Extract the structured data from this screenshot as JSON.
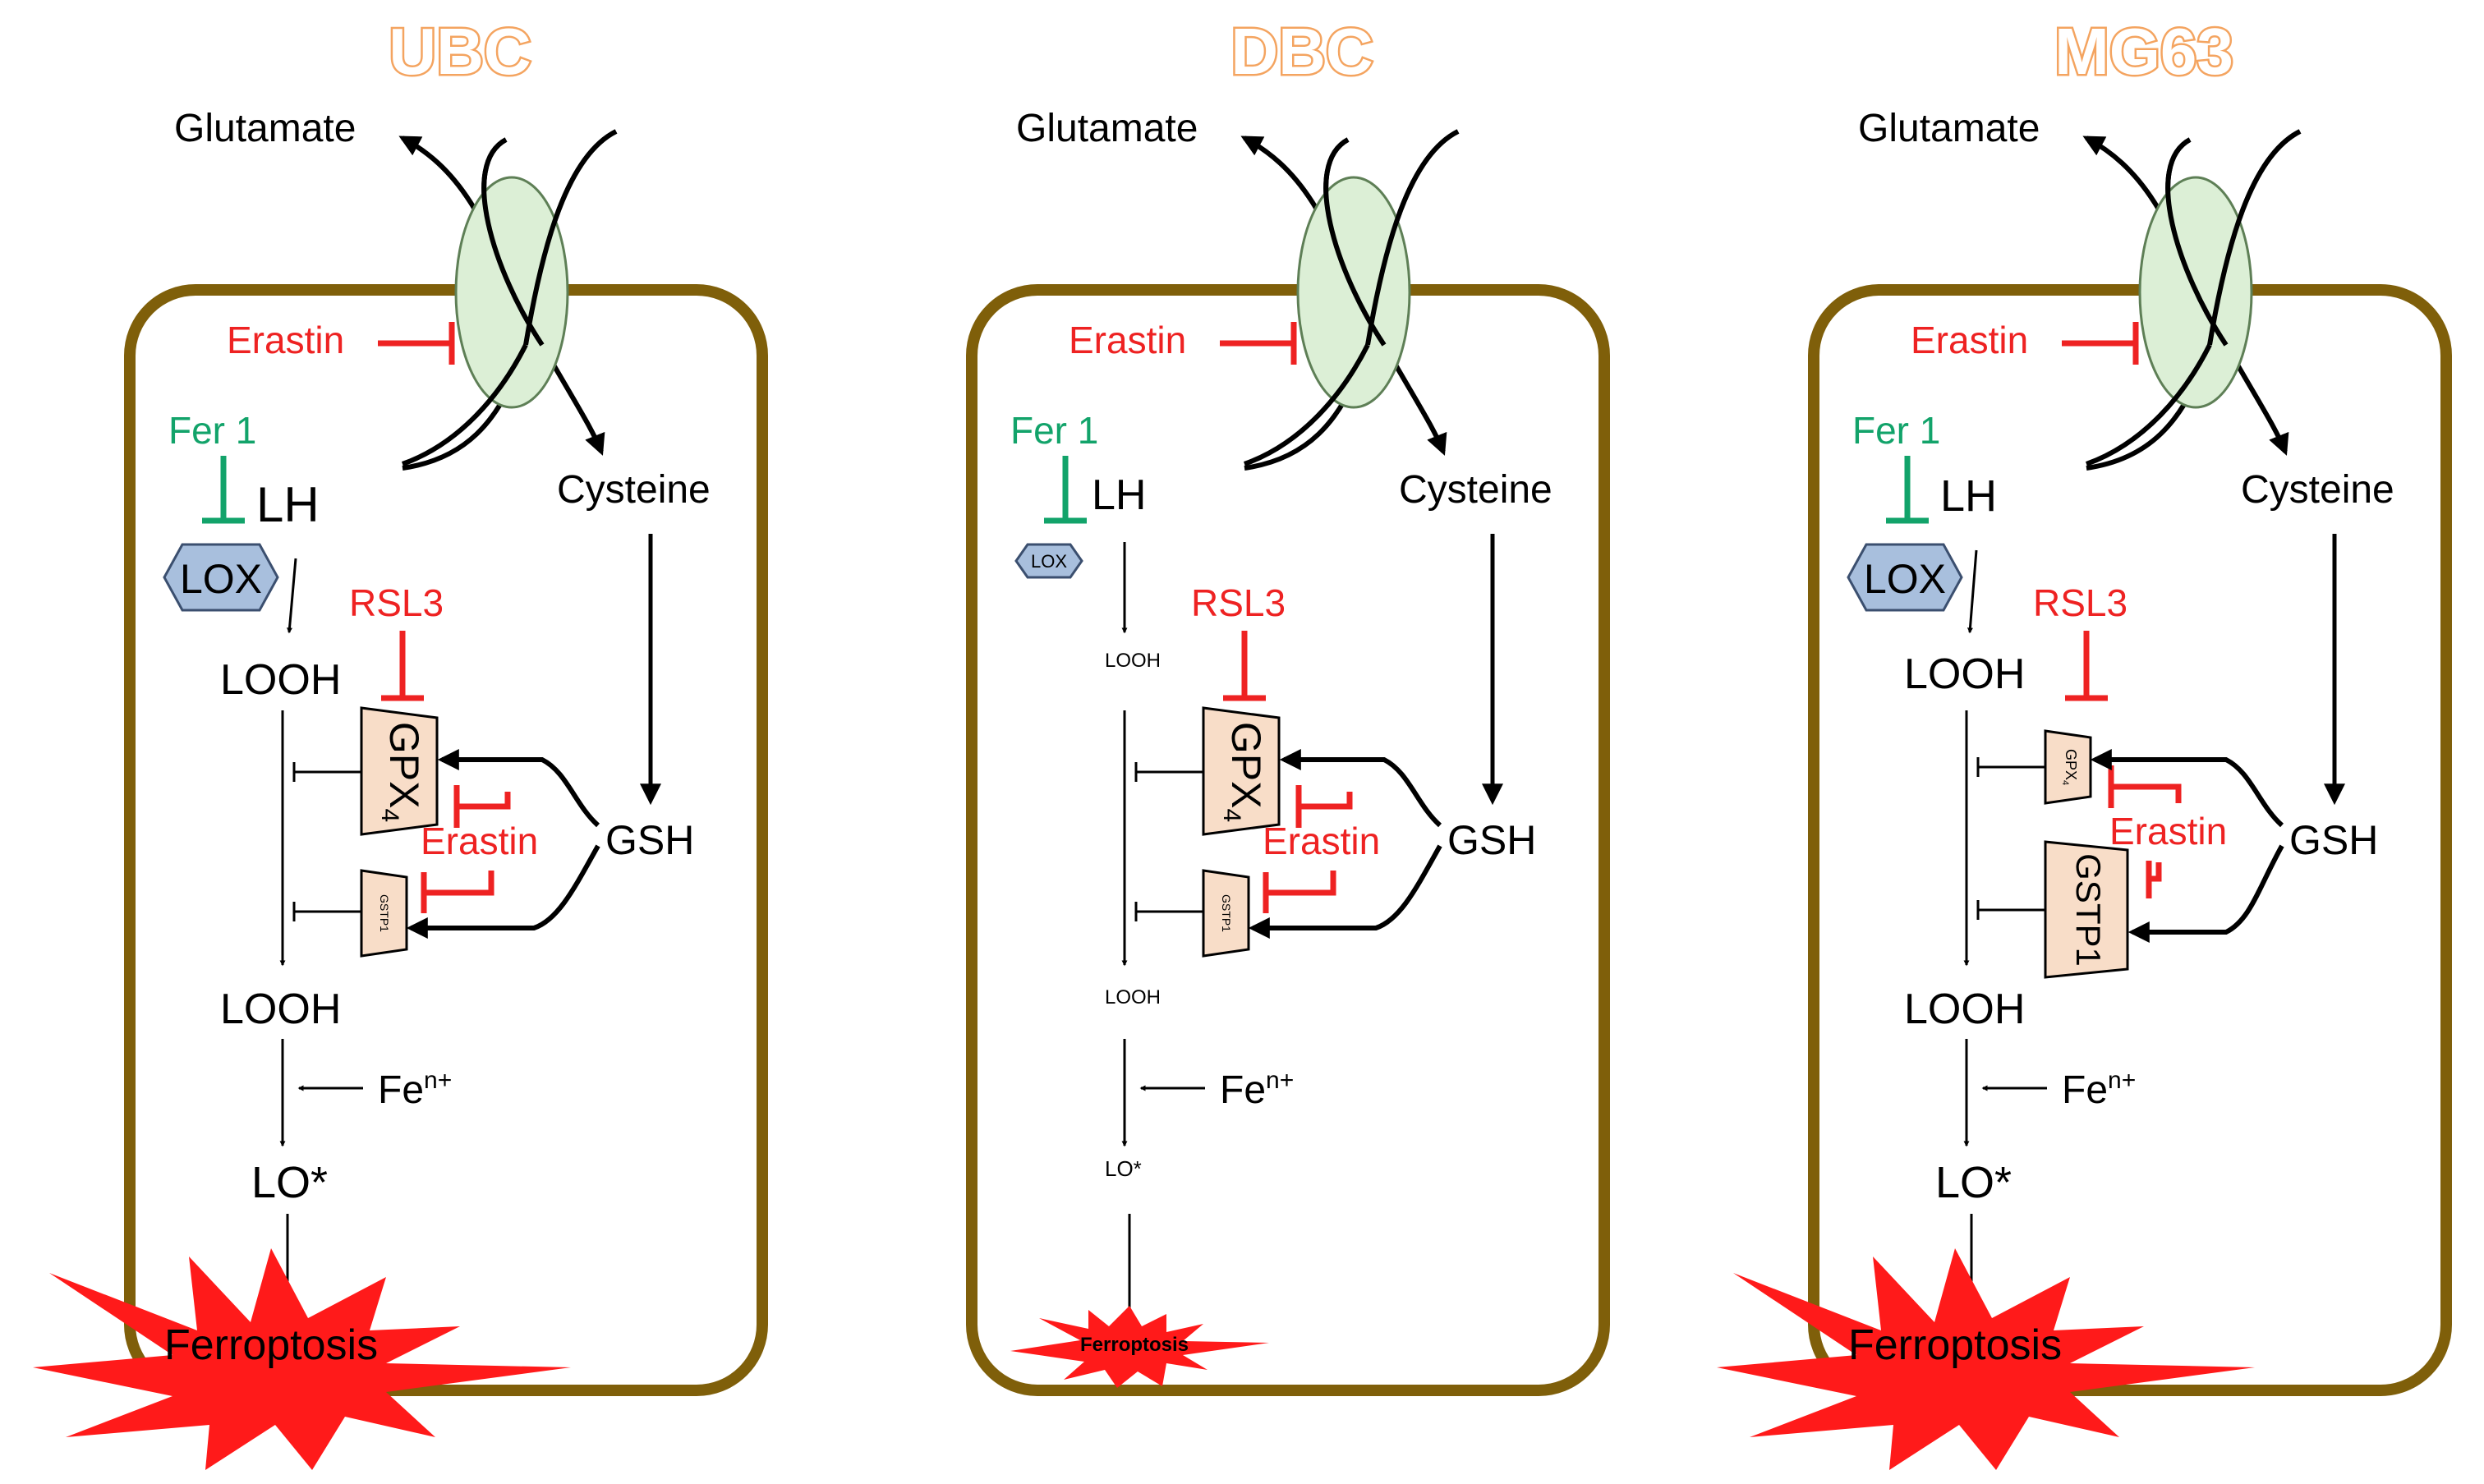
{
  "colors": {
    "membrane": "#7f5f0a",
    "transporter_fill": "#dcefd6",
    "transporter_stroke": "#5e7f56",
    "inhibitor_red": "#ee2222",
    "inhibitor_green": "#12a36a",
    "enzyme_fill": "#f8ddc8",
    "lox_fill": "#a8bfdd",
    "ferroptosis_fill": "#ff1a1a",
    "title_outline": "#f4a460",
    "text": "#000000"
  },
  "labels": {
    "glutamate": "Glutamate",
    "cysteine": "Cysteine",
    "erastin": "Erastin",
    "fer1": "Fer 1",
    "lh": "LH",
    "lox": "LOX",
    "rsl3": "RSL3",
    "looh": "LOOH",
    "gpx4": "GPX",
    "gpx4_sub": "4",
    "gstp1": "GSTP1",
    "gsh": "GSH",
    "fe": "Fe",
    "fe_sup": "n+",
    "lo": "LO*",
    "ferroptosis": "Ferroptosis"
  },
  "panels": [
    {
      "title": "UBC",
      "scale": {
        "lox": "large",
        "looh_top": "large",
        "gpx4": "large",
        "gstp1": "small",
        "looh_bottom": "large",
        "lo": "large",
        "ferroptosis": "large"
      }
    },
    {
      "title": "DBC",
      "scale": {
        "lox": "small",
        "looh_top": "small",
        "gpx4": "large",
        "gstp1": "small",
        "looh_bottom": "small",
        "lo": "small",
        "ferroptosis": "small"
      }
    },
    {
      "title": "MG63",
      "scale": {
        "lox": "large",
        "looh_top": "large",
        "gpx4": "small",
        "gstp1": "large",
        "looh_bottom": "large",
        "lo": "large",
        "ferroptosis": "large"
      }
    }
  ]
}
